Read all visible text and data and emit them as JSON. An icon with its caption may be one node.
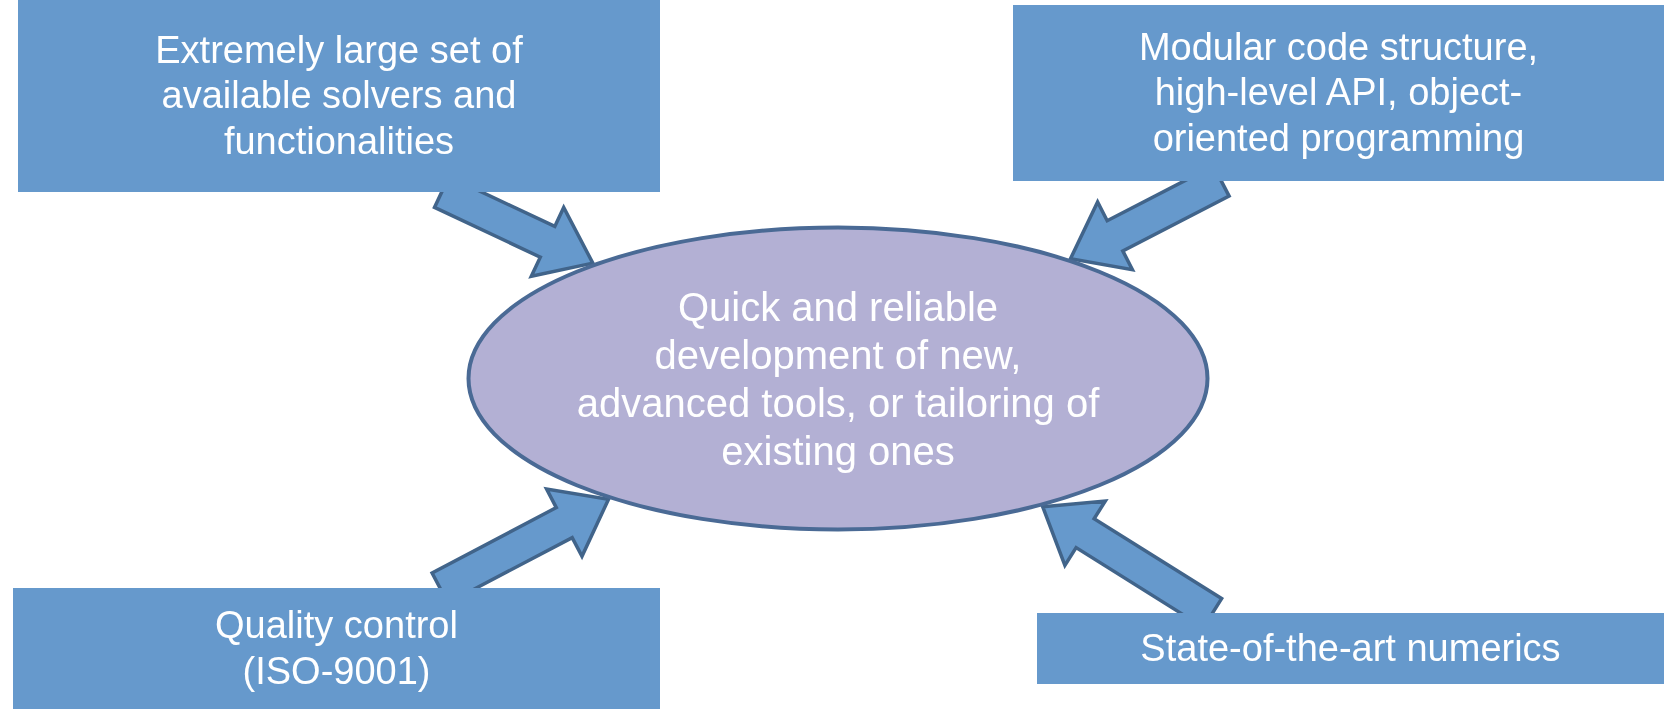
{
  "diagram": {
    "nodes": [
      {
        "text": [
          "Extremely large set of available solvers and functionalities"
        ]
      },
      {
        "text": [
          "Modular code structure, high-level API, object-oriented programming"
        ]
      },
      {
        "text": [
          "Quick and reliable development of new, advanced tools, or tailoring of existing ones"
        ]
      },
      {
        "text": [
          "Quality control (ISO-9001)"
        ]
      },
      {
        "text": [
          "State-of-the-art numerics"
        ]
      }
    ],
    "edges": [
      {
        "from": 0,
        "to": 2,
        "arrow": "to"
      },
      {
        "from": 1,
        "to": 2,
        "arrow": "to"
      },
      {
        "from": 3,
        "to": 2,
        "arrow": "to"
      },
      {
        "from": 4,
        "to": 2,
        "arrow": "to"
      }
    ]
  }
}
